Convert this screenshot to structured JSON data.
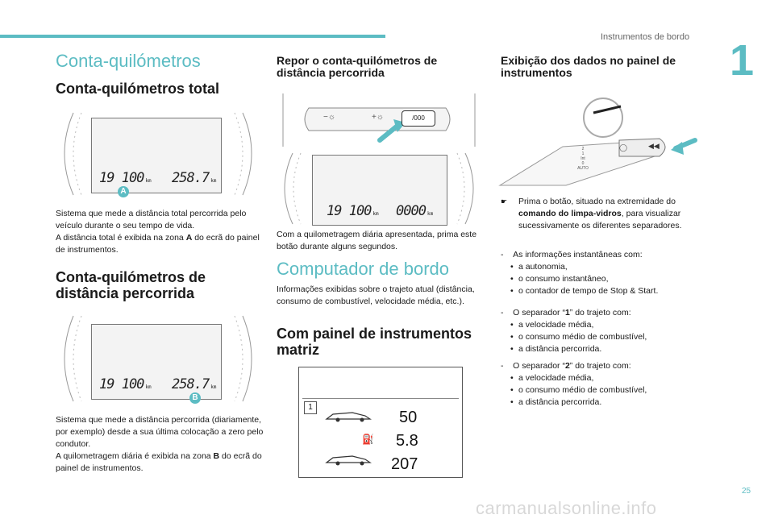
{
  "header": {
    "section_label": "Instrumentos de bordo",
    "chapter_number": "1",
    "page_number": "25",
    "watermark": "carmanualsonline.info"
  },
  "col1": {
    "title": "Conta-quilómetros",
    "total_heading": "Conta-quilómetros total",
    "fig_a": {
      "odometer": "19 100",
      "trip": "258.7",
      "unit": "km",
      "badge": "A"
    },
    "total_p1": "Sistema que mede a distância total percorrida pelo veículo durante o seu tempo de vida.",
    "total_p2_pre": "A distância total é exibida na zona ",
    "total_p2_bold": "A",
    "total_p2_post": " do ecrã do painel de instrumentos.",
    "trip_heading": "Conta-quilómetros de distância percorrida",
    "fig_b": {
      "odometer": "19 100",
      "trip": "258.7",
      "unit": "km",
      "badge": "B"
    },
    "trip_p1": "Sistema que mede a distância percorrida (diariamente, por exemplo) desde a sua última colocação a zero pelo condutor.",
    "trip_p2_pre": "A quilometragem diária é exibida na zona ",
    "trip_p2_bold": "B",
    "trip_p2_post": " do ecrã do painel de instrumentos."
  },
  "col2": {
    "reset_heading": "Repor o conta-quilómetros de distância percorrida",
    "fig_reset": {
      "button_label": "/000",
      "odometer": "19 100",
      "trip": "0000",
      "unit": "km"
    },
    "reset_p": "Com a quilometragem diária apresentada, prima este botão durante alguns segundos.",
    "computer_title": "Computador de bordo",
    "computer_p": "Informações exibidas sobre o trajeto atual (distância, consumo de combustível, velocidade média, etc.).",
    "matrix_heading": "Com painel de instrumentos matriz",
    "matrix": {
      "tab": "1",
      "speed": "50",
      "consumption": "5.8",
      "distance": "207"
    }
  },
  "col3": {
    "heading": "Exibição dos dados no painel de instrumentos",
    "stalk_labels": [
      "2",
      "1",
      "Int",
      "0",
      "AUTO"
    ],
    "instruction_pre": "Prima o botão, situado na extremidade do ",
    "instruction_bold": "comando do limpa-vidros",
    "instruction_post": ", para visualizar sucessivamente os diferentes separadores.",
    "instant_intro": "As informações instantâneas com:",
    "instant_items": [
      "a autonomia,",
      "o consumo instantâneo,",
      "o contador de tempo de Stop & Start."
    ],
    "tab1_pre": "O separador “",
    "tab1_num": "1",
    "tab1_post": "” do trajeto com:",
    "tab1_items": [
      "a velocidade média,",
      "o consumo médio de combustível,",
      "a distância percorrida."
    ],
    "tab2_pre": "O separador “",
    "tab2_num": "2",
    "tab2_post": "” do trajeto com:",
    "tab2_items": [
      "a velocidade média,",
      "o consumo médio de combustível,",
      "a distância percorrida."
    ]
  }
}
